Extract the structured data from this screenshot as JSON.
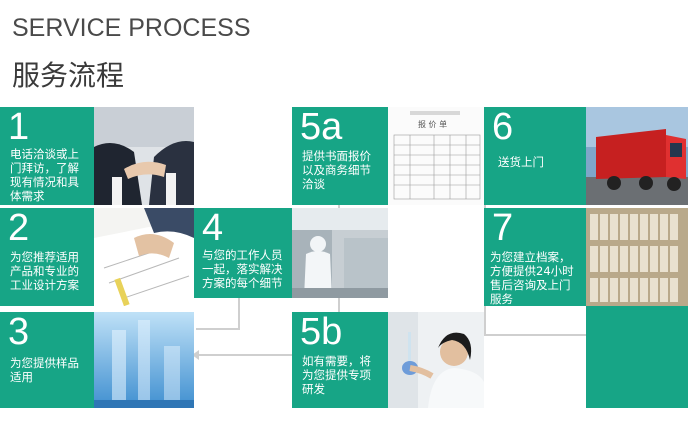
{
  "header": {
    "title_en": "SERVICE PROCESS",
    "title_cn": "服务流程"
  },
  "colors": {
    "accent": "#17a586",
    "connector": "#cfcfcf",
    "text_dark": "#4a4a4a"
  },
  "steps": {
    "s1": {
      "num": "1",
      "lines": [
        "电话洽谈或上",
        "门拜访，了解",
        "现有情况和具",
        "体需求"
      ]
    },
    "s2": {
      "num": "2",
      "lines": [
        "为您推荐适用",
        "产品和专业的",
        "工业设计方案"
      ]
    },
    "s3": {
      "num": "3",
      "lines": [
        "为您提供样品",
        "适用"
      ]
    },
    "s4": {
      "num": "4",
      "lines": [
        "与您的工作人员",
        "一起，落实解决",
        "方案的每个细节"
      ]
    },
    "s5a": {
      "num": "5a",
      "lines": [
        "提供书面报价",
        "以及商务细节",
        "洽谈"
      ]
    },
    "s5b": {
      "num": "5b",
      "lines": [
        "如有需要，将",
        "为您提供专项",
        "研发"
      ]
    },
    "s6": {
      "num": "6",
      "lines": [
        "送货上门"
      ]
    },
    "s7": {
      "num": "7",
      "lines": [
        "为您建立档案，",
        "方便提供24小时",
        "售后咨询及上门",
        "服务"
      ]
    }
  },
  "quote_doc": {
    "heading": "报 价 单"
  },
  "icons": [
    "handshake-photo",
    "design-drawing-photo",
    "lab-glassware-photo",
    "cleanroom-photo",
    "quote-document-photo",
    "scientist-photo",
    "truck-photo",
    "archive-shelves-photo"
  ]
}
